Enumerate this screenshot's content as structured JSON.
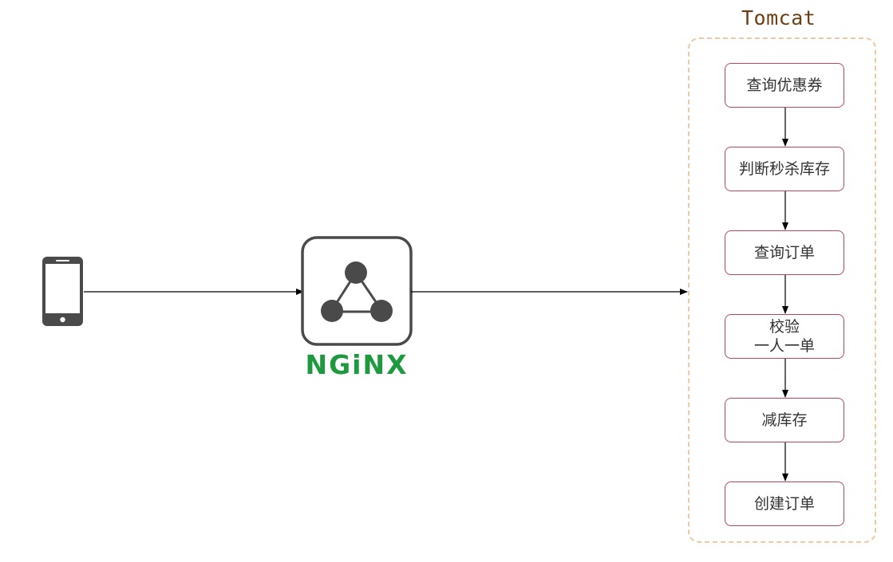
{
  "tomcat": {
    "title": "Tomcat",
    "border_color": "#f0c9a4",
    "title_color": "#6b3f12"
  },
  "nginx": {
    "label": "NGiNX",
    "icon": "nginx-triangle-nodes-icon",
    "label_color": "#1c9a3d"
  },
  "client": {
    "icon": "smartphone-icon"
  },
  "steps": [
    {
      "label": "查询优惠券"
    },
    {
      "label": "判断秒杀库存"
    },
    {
      "label": "查询订单"
    },
    {
      "label": "校验\n一人一单"
    },
    {
      "label": "减库存"
    },
    {
      "label": "创建订单"
    }
  ],
  "colors": {
    "step_border": "#b5485d",
    "icon_dark": "#4a4a4a",
    "arrow": "#000000"
  }
}
